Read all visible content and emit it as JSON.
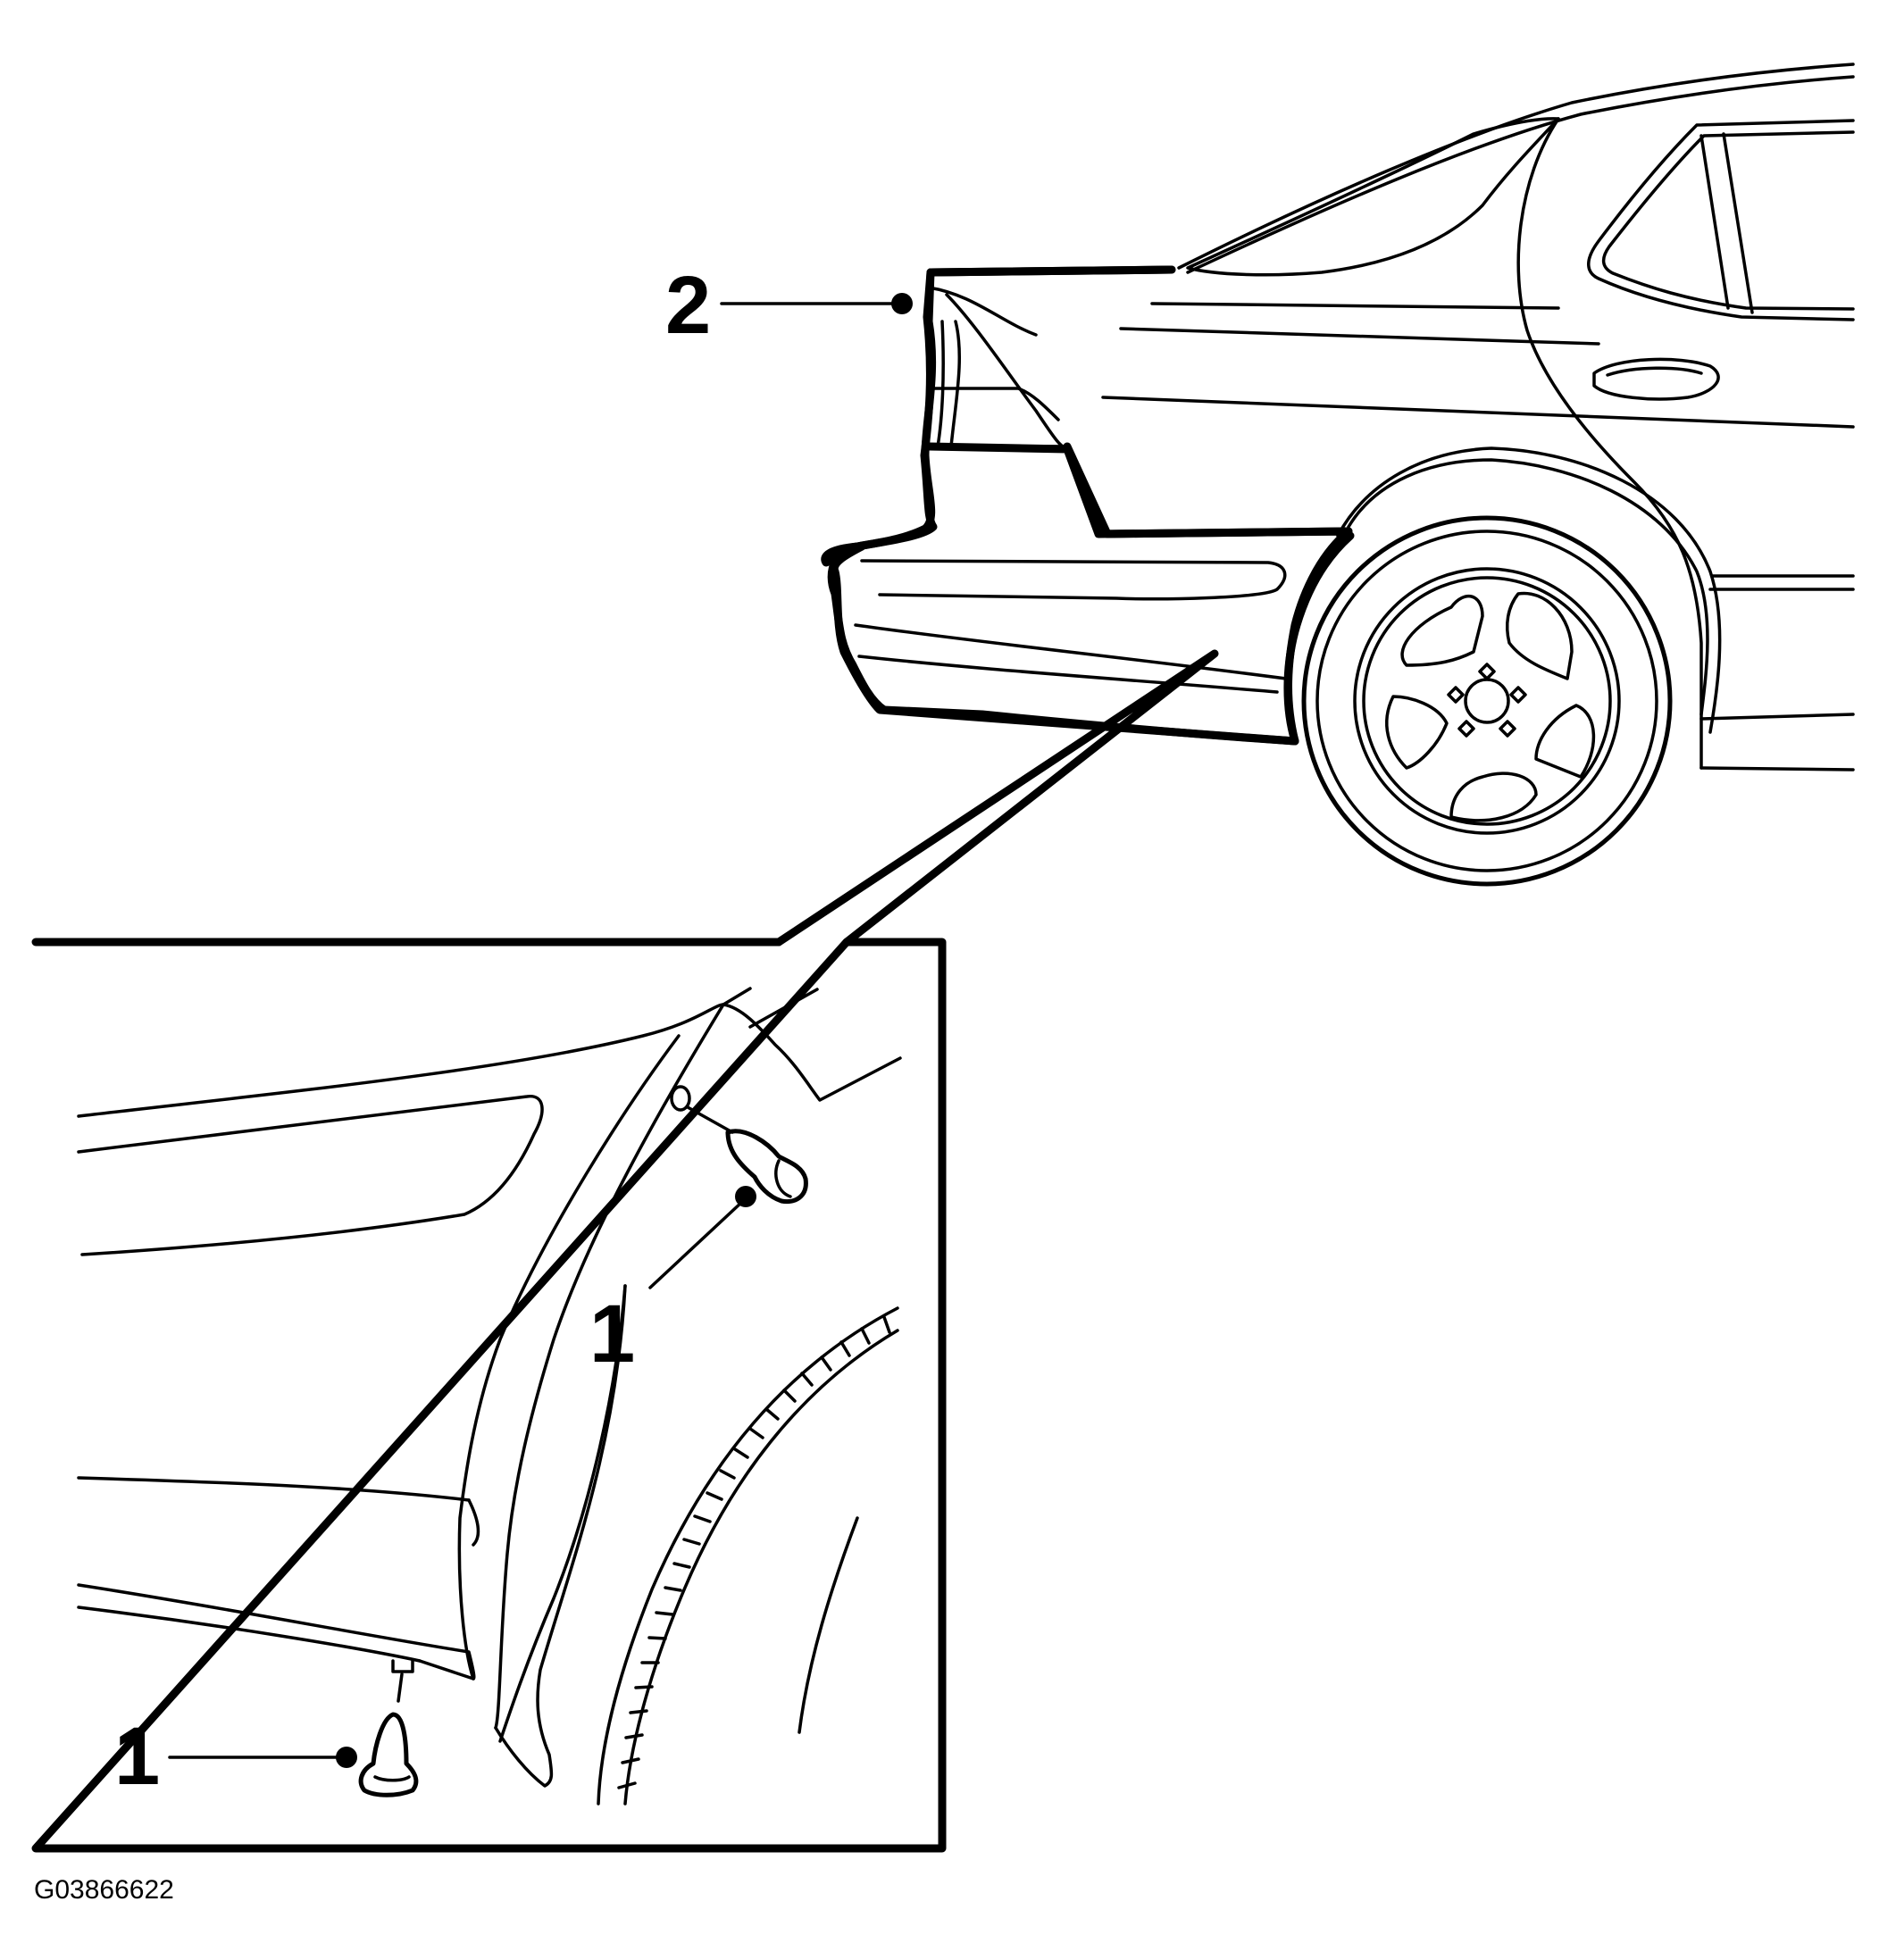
{
  "figure_id": "G03866622",
  "callouts": {
    "trim_panel": "2",
    "fastener_upper": "1",
    "fastener_lower": "1"
  }
}
